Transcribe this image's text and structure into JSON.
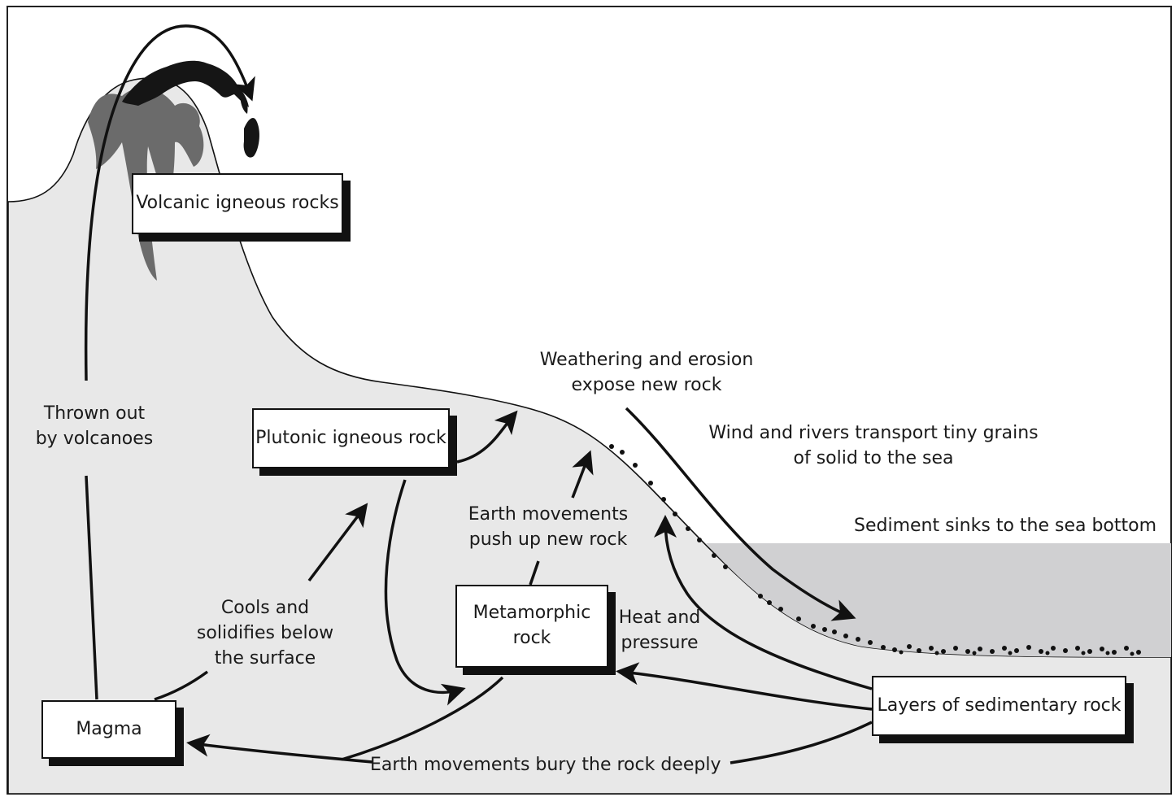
{
  "boxes": {
    "volcanic": "Volcanic igneous rocks",
    "plutonic": "Plutonic igneous rock",
    "metamorphic": [
      "Metamorphic",
      "rock"
    ],
    "magma": "Magma",
    "sedimentary": "Layers of sedimentary rock"
  },
  "labels": {
    "thrown_out": [
      "Thrown out",
      "by volcanoes"
    ],
    "weathering": [
      "Weathering and erosion",
      "expose new rock"
    ],
    "wind_rivers": [
      "Wind and rivers transport tiny grains",
      "of solid to the sea"
    ],
    "sediment_sinks": "Sediment sinks to the sea bottom",
    "earth_push": [
      "Earth movements",
      "push up new rock"
    ],
    "cools": [
      "Cools and",
      "solidifies below",
      "the surface"
    ],
    "heat_pressure": [
      "Heat and",
      "pressure"
    ],
    "bury": "Earth movements bury the rock deeply"
  },
  "colors": {
    "land": "#e8e8e8",
    "sea": "#d0d0d2",
    "volcano_smoke": "#6b6b6b",
    "lava": "#151515",
    "ink": "#111111"
  }
}
